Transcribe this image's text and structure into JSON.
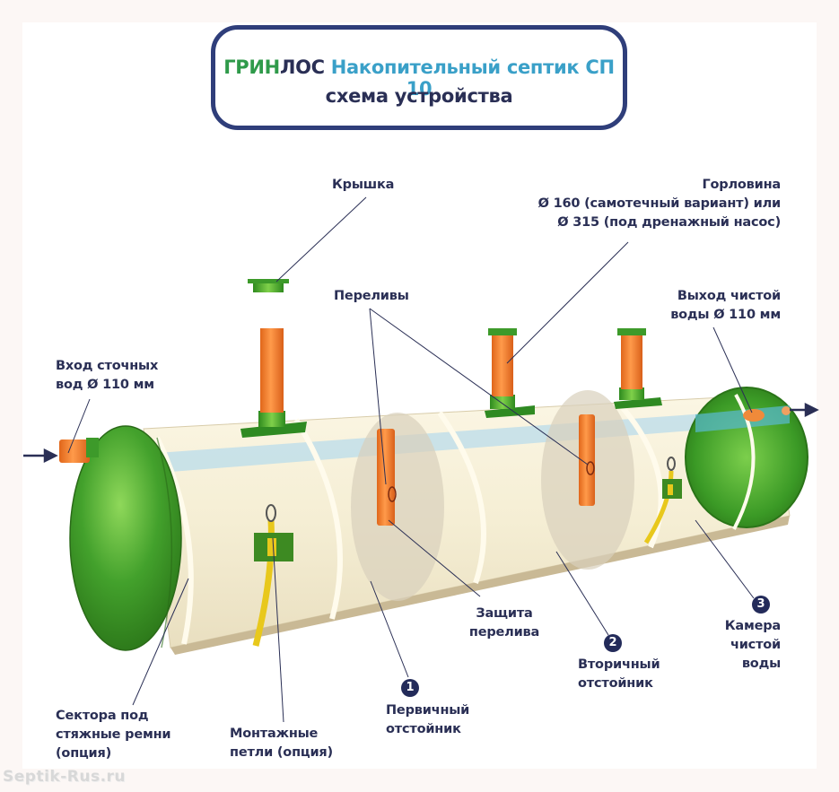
{
  "title": {
    "brand_part1": "ГРИН",
    "brand_part2": "ЛОС",
    "product": "Накопительный септик СП 10",
    "subtitle": "схема устройства"
  },
  "colors": {
    "brand_green": "#2f9a4a",
    "brand_dark": "#2a2f55",
    "product_blue": "#3aa0c8",
    "frame_blue": "#2f3e7a",
    "tank_body": "#f6f0d8",
    "end_cap_green": "#3d9a2a",
    "pipe_orange": "#f07a22",
    "strap_yellow": "#e8c81c",
    "water_blue": "#a8d4e6"
  },
  "labels": {
    "lid": "Крышка",
    "neck": "Горловина\nØ 160 (самотечный вариант) или\nØ 315 (под дренажный насос)",
    "overflows": "Переливы",
    "outlet": "Выход чистой\nводы Ø 110 мм",
    "inlet": "Вход сточных\nвод Ø 110 мм",
    "overflow_guard": "Защита\nперелива",
    "chamber1": "Первичный\nотстойник",
    "chamber2": "Вторичный\nотстойник",
    "chamber3": "Камера\nчистой\nводы",
    "strap_sectors": "Сектора под\nстяжные ремни\n(опция)",
    "mount_loops": "Монтажные\nпетли (опция)"
  },
  "badges": {
    "chamber1": "1",
    "chamber2": "2",
    "chamber3": "3"
  },
  "watermark": "Septik-Rus.ru"
}
